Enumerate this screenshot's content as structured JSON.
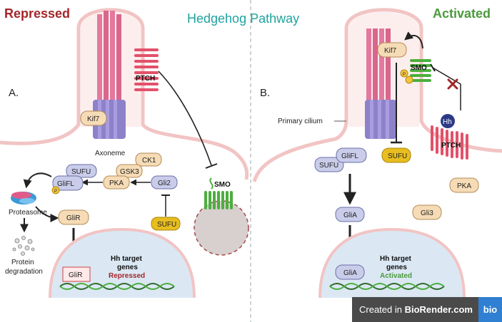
{
  "header": {
    "repressed_title": "Repressed",
    "pathway_title": "Hedgehog Pathway",
    "activated_title": "Activated"
  },
  "left_panel": {
    "panel_label": "A.",
    "ptch": "PTCH",
    "kif7": "Kif7",
    "axoneme": "Axoneme",
    "ck1": "CK1",
    "gsk3": "GSK3",
    "pka": "PKA",
    "gli2": "Gli2",
    "sufu_complex": "SUFU",
    "glifl": "GliFL",
    "phospho": "P",
    "sufu_free": "SUFU",
    "smo": "SMO",
    "proteasome": "Proteasome",
    "glir_cyto": "GliR",
    "protein_degradation_1": "Protein",
    "protein_degradation_2": "degradation",
    "glir_nucleus": "GliR",
    "hh_target_1": "Hh target",
    "hh_target_2": "genes",
    "gene_state": "Repressed"
  },
  "right_panel": {
    "panel_label": "B.",
    "kif7": "Kif7",
    "smo": "SMO",
    "phospho": "P",
    "primary_cilium": "Primary cilium",
    "hh": "Hh",
    "ptch": "PTCH",
    "sufu_free": "SUFU",
    "sufu_complex": "SUFU",
    "glifl": "GliFL",
    "pka": "PKA",
    "glia_cyto": "GliA",
    "gli3": "Gli3",
    "glia_nucleus": "GliA",
    "hh_target_1": "Hh target",
    "hh_target_2": "genes",
    "gene_state": "Activated"
  },
  "watermark": {
    "created_in": "Created in",
    "brand": "BioRender.com",
    "logo": "bio"
  },
  "colors": {
    "repressed": "#a3262a",
    "activated": "#4b9a3c",
    "pathway": "#1fa3a0",
    "membrane": "#f2c4c4",
    "cilium": "#e3799e",
    "basal_body": "#8d82c9",
    "protein_tan": "#f6dcb6",
    "protein_blue": "#c9cdea",
    "sufu_yellow": "#e7bd1f",
    "smo_green": "#4caf3e",
    "ptch_red": "#e2516a",
    "nucleus": "#dbe8f4"
  }
}
